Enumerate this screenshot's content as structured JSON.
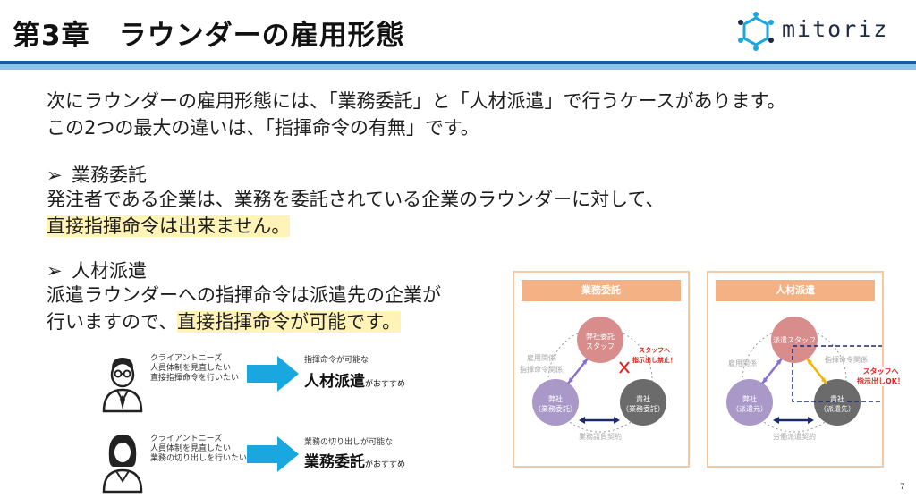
{
  "header": {
    "title": "第3章　ラウンダーの雇用形態",
    "logo_text": "mitoriz"
  },
  "intro": {
    "line1": "次にラウンダーの雇用形態には、「業務委託」と「人材派遣」で行うケースがあります。",
    "line2": "この2つの最大の違いは、「指揮命令の有無」です。"
  },
  "section_gyomu": {
    "heading": "業務委託",
    "line1": "発注者である企業は、業務を委託されている企業のラウンダーに対して、",
    "line2_highlight": "直接指揮命令は出来ません。"
  },
  "section_haken": {
    "heading": "人材派遣",
    "line1": "派遣ラウンダーへの指揮命令は派遣先の企業が",
    "line2_prefix": "行いますので、",
    "line2_highlight": "直接指揮命令が可能です。"
  },
  "persona1": {
    "need_title": "クライアントニーズ",
    "need_line1": "人員体制を見直したい",
    "need_line2": "直接指揮命令を行いたい",
    "result_small": "指揮命令が可能な",
    "result_big": "人材派遣",
    "result_suffix": "がおすすめ"
  },
  "persona2": {
    "need_title": "クライアントニーズ",
    "need_line1": "人員体制を見直したい",
    "need_line2": "業務の切り出しを行いたい",
    "result_small": "業務の切り出しが可能な",
    "result_big": "業務委託",
    "result_suffix": "がおすすめ"
  },
  "diagram_gyomu": {
    "title": "業務委託",
    "node_top_line1": "弊社委託",
    "node_top_line2": "スタッフ",
    "node_left_line1": "弊社",
    "node_left_line2": "（業務委託）",
    "node_right_line1": "貴社",
    "node_right_line2": "（業務委託）",
    "label_employ": "雇用関係",
    "label_command": "指揮命令関係",
    "label_contract": "業務請負契約",
    "warning_line1": "スタッフへ",
    "warning_line2": "指示出し禁止！"
  },
  "diagram_haken": {
    "title": "人材派遣",
    "node_top": "派遣スタッフ",
    "node_left_line1": "弊社",
    "node_left_line2": "（派遣元）",
    "node_right_line1": "貴社",
    "node_right_line2": "（派遣先）",
    "label_employ": "雇用関係",
    "label_command": "指揮命令関係",
    "label_contract": "労働派遣契約",
    "ok_line1": "スタッフへ",
    "ok_line2": "指示出しOK！"
  },
  "colors": {
    "rule_dark": "#1d5a9e",
    "rule_light": "#8ec2e8",
    "highlight": "#fff3b8",
    "node_pink": "#d98c8c",
    "node_purple": "#a998c8",
    "node_gray": "#6b6b6b",
    "warning_red": "#e02020",
    "arrow_cyan": "#1aa7e0"
  },
  "page": {
    "number": "7"
  }
}
